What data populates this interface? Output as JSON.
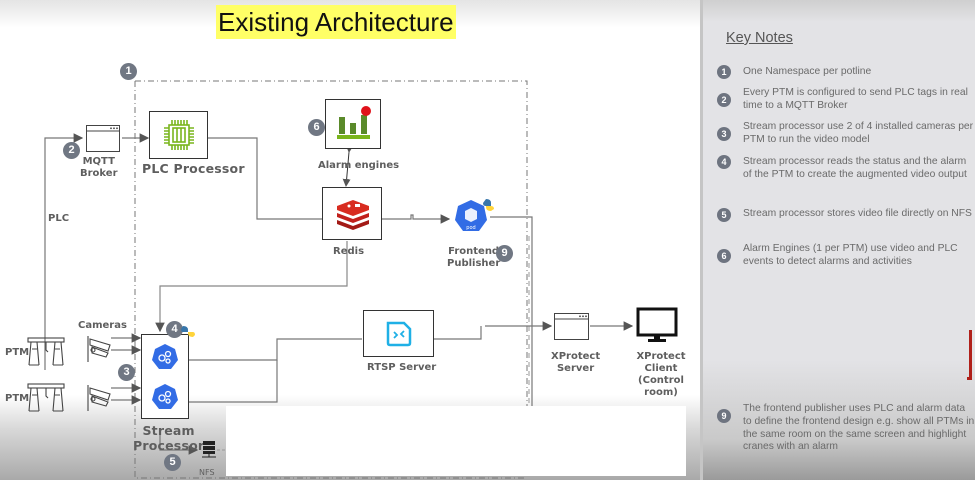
{
  "title": "Existing Architecture",
  "diagram": {
    "nodes": {
      "mqtt_broker": "MQTT\nBroker",
      "plc_processor": "PLC Processor",
      "alarm_engines": "Alarm engines",
      "redis": "Redis",
      "frontend_publisher": "Frontend\nPublisher",
      "stream_processor": "Stream\nProcessor",
      "rtsp_server": "RTSP Server",
      "xprotect_server": "XProtect\nServer",
      "xprotect_client": "XProtect Client\n(Control room)",
      "nfs": "NFS",
      "cameras": "Cameras",
      "ptm_1": "PTM",
      "ptm_2": "PTM",
      "plc_line": "PLC"
    },
    "badges": {
      "namespace": "1",
      "mqtt": "2",
      "cameras": "3",
      "stream_status": "4",
      "nfs": "5",
      "alarm": "6",
      "frontend": "9"
    },
    "icons": {
      "alarm_engines": "bar-chart-alert-icon",
      "redis": "redis-stack-icon",
      "frontend": "kubernetes-pod-python-icon",
      "plc": "chip-icon",
      "rtsp": "remote-connection-icon",
      "stream": "kubernetes-icon",
      "nfs": "server-rack-icon",
      "client": "monitor-icon"
    },
    "colors": {
      "title_highlight": "#ffff66",
      "badge": "#707783",
      "plc_green": "#7ab51d",
      "alarm_green": "#5a8a2a",
      "alarm_red_dot": "#e0121a",
      "redis_red": "#c1201c",
      "k8s_blue": "#326ce5",
      "rtsp_cyan": "#1fb0e6"
    }
  },
  "key_notes": {
    "title": "Key Notes",
    "items": [
      {
        "num": "1",
        "text": "One Namespace per potline"
      },
      {
        "num": "2",
        "text": "Every PTM is configured to send PLC tags in real time to a MQTT Broker"
      },
      {
        "num": "3",
        "text": "Stream processor use 2 of 4 installed cameras per PTM to run the video model"
      },
      {
        "num": "4",
        "text": "Stream processor reads the status and the alarm of the PTM to create the augmented video output"
      },
      {
        "num": "5",
        "text": "Stream processor stores video file directly on NFS"
      },
      {
        "num": "6",
        "text": "Alarm Engines (1 per PTM) use video and PLC events to detect alarms and activities"
      },
      {
        "num": "9",
        "text": "The frontend publisher uses PLC and alarm data to define the frontend design e.g. show all PTMs in the same room on the same screen and highlight cranes with an alarm"
      }
    ]
  }
}
